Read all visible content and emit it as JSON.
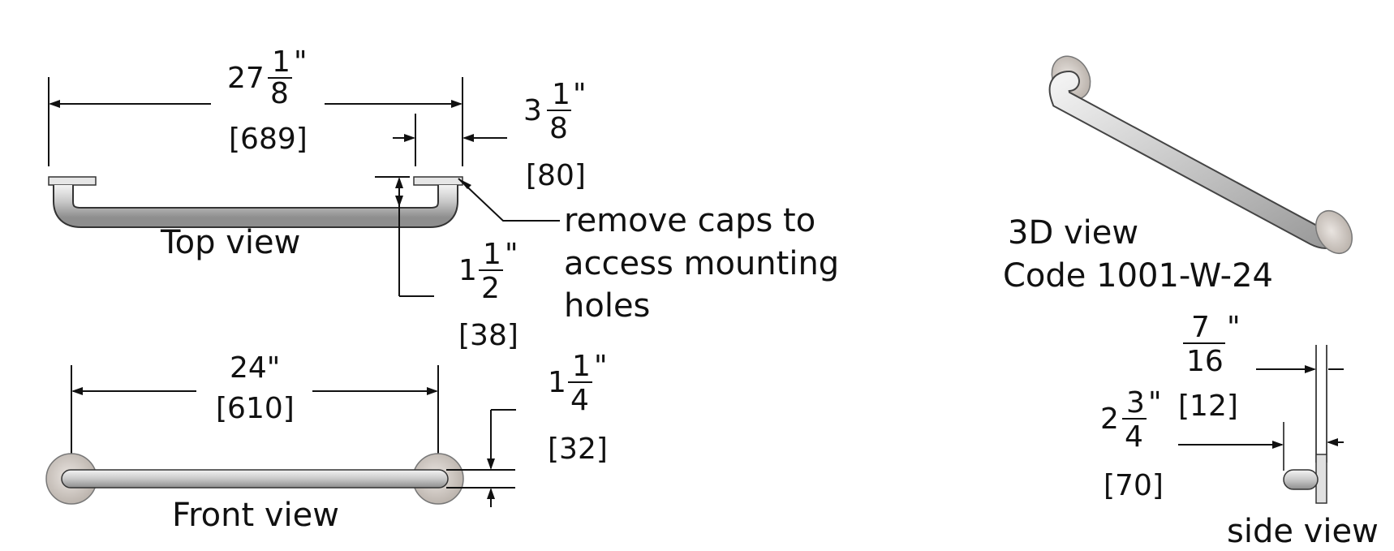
{
  "labels": {
    "top_view": "Top view",
    "front_view": "Front view",
    "side_view": "side view",
    "view_3d": "3D view",
    "code": "Code 1001-W-24",
    "note_line1": "remove caps to",
    "note_line2": "access mounting",
    "note_line3": "holes"
  },
  "dimensions": {
    "overall_length": {
      "whole": "27",
      "num": "1",
      "den": "8",
      "unit": "\"",
      "metric": "[689]"
    },
    "flange_offset": {
      "whole": "3",
      "num": "1",
      "den": "8",
      "unit": "\"",
      "metric": "[80]"
    },
    "wall_clearance": {
      "whole": "1",
      "num": "1",
      "den": "2",
      "unit": "\"",
      "metric": "[38]"
    },
    "center_length": {
      "text": "24\"",
      "metric": "[610]"
    },
    "bar_diameter": {
      "whole": "1",
      "num": "1",
      "den": "4",
      "unit": "\"",
      "metric": "[32]"
    },
    "flange_thickness": {
      "num": "7",
      "den": "16",
      "unit": "\"",
      "metric": "[12]"
    },
    "projection": {
      "whole": "2",
      "num": "3",
      "den": "4",
      "unit": "\"",
      "metric": "[70]"
    }
  },
  "colors": {
    "line": "#111111",
    "metal": "#d9d9d9",
    "flange": "#cfc8c2"
  }
}
